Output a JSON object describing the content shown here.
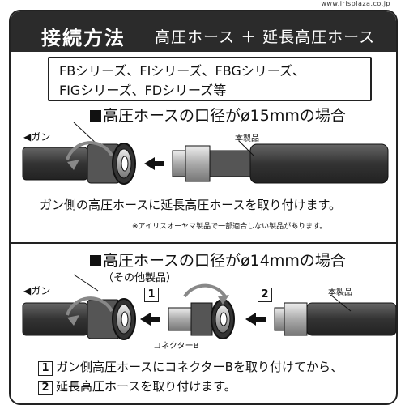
{
  "url_text": "www.irisplaza.co.jp",
  "header": {
    "title": "接続方法",
    "subtitle": "高圧ホース ＋ 延長高圧ホース"
  },
  "series": {
    "line1": "FBシリーズ、FIシリーズ、FBGシリーズ、",
    "line2": "FIGシリーズ、FDシリーズ等"
  },
  "section1": {
    "title": "高圧ホースの口径がø15mmの場合",
    "gun_label": "◀ガン",
    "product_label": "本製品",
    "caption": "ガン側の高圧ホースに延長高圧ホースを取り付けます。",
    "note": "※アイリスオーヤマ製品で一部適合しない製品があります。"
  },
  "section2": {
    "title": "高圧ホースの口径がø14mmの場合",
    "subtitle": "（その他製品）",
    "gun_label": "◀ガン",
    "product_label": "本製品",
    "connector_label": "コネクターB",
    "step1_num": "1",
    "step2_num": "2",
    "step1": "ガン側高圧ホースにコネクターBを取り付けてから、",
    "step2": "延長高圧ホースを取り付けます。"
  }
}
